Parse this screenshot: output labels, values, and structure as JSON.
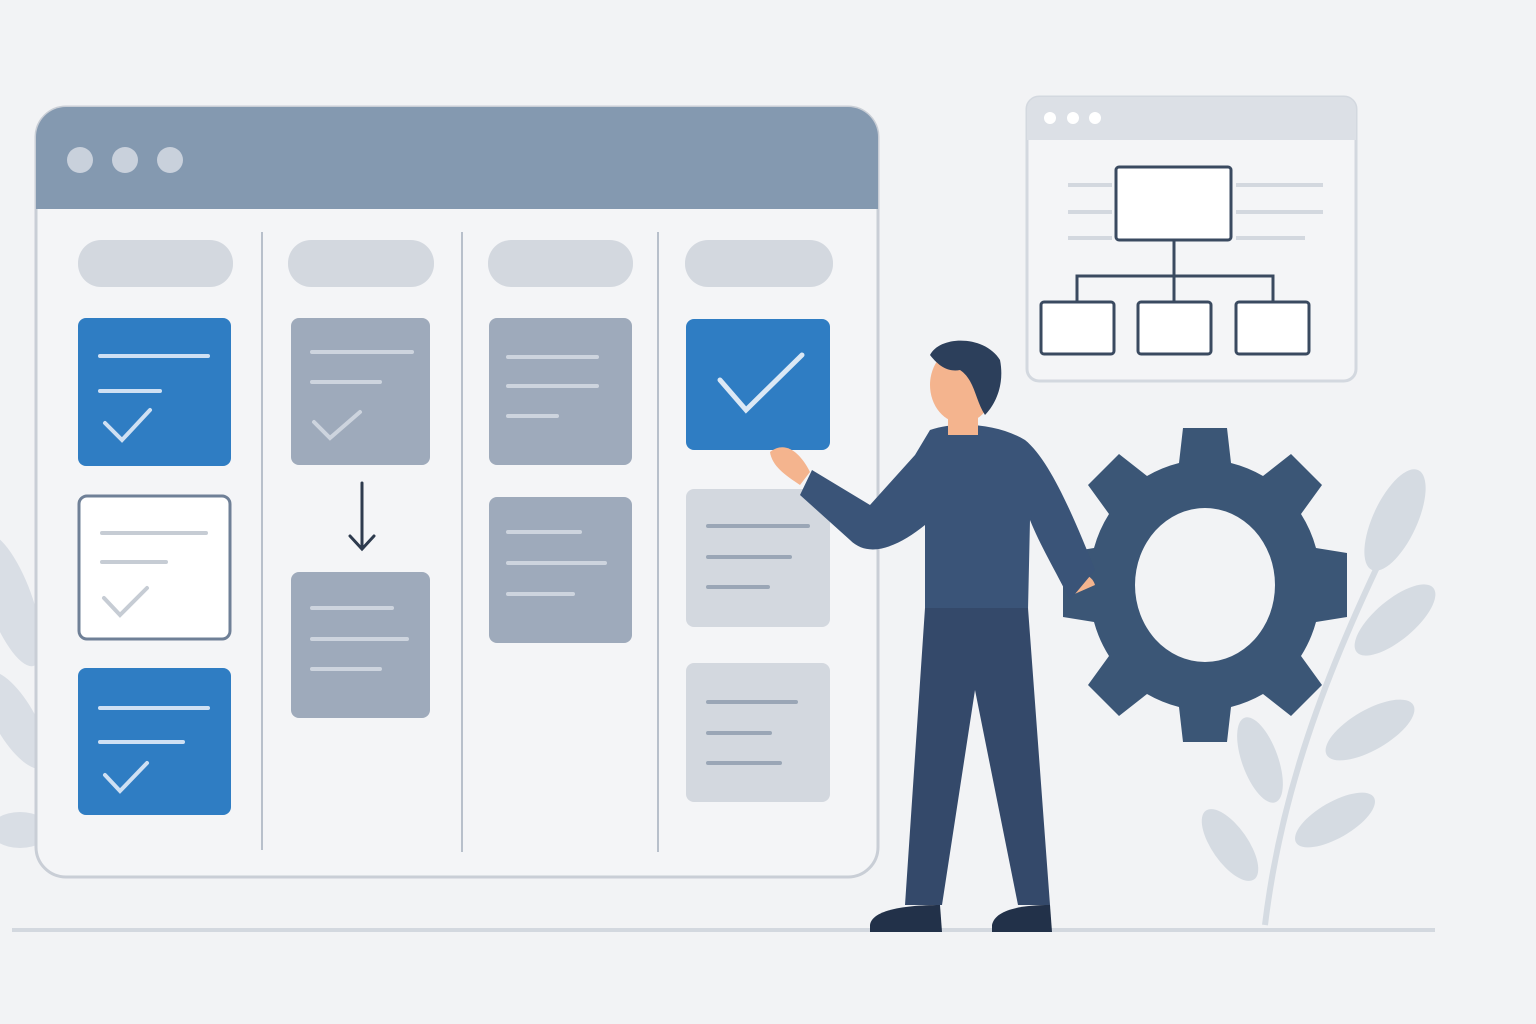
{
  "colors": {
    "background": "#f2f3f5",
    "titlebar": "#8499b0",
    "window_dot": "#c9d1dc",
    "card_done": "#2f7dc3",
    "card_gray": "#9eaabb",
    "card_light": "#d3d8df",
    "figure": "#3a5478",
    "skin": "#f4b48e",
    "plant": "#d5dbe2"
  },
  "board": {
    "columns": [
      {
        "cards": [
          {
            "style": "done",
            "checked": true
          },
          {
            "style": "outlined",
            "checked": true
          },
          {
            "style": "done",
            "checked": true
          }
        ]
      },
      {
        "cards": [
          {
            "style": "gray",
            "checked": true
          },
          {
            "style": "gray",
            "checked": false
          }
        ],
        "has_arrow": true
      },
      {
        "cards": [
          {
            "style": "gray",
            "checked": false
          },
          {
            "style": "gray",
            "checked": false
          }
        ]
      },
      {
        "cards": [
          {
            "style": "done",
            "checked": true
          },
          {
            "style": "light",
            "checked": false
          },
          {
            "style": "light",
            "checked": false
          }
        ]
      }
    ]
  },
  "icons": [
    "check-icon",
    "arrow-down-icon",
    "gear-icon",
    "hierarchy-diagram-icon",
    "window-dots-icon"
  ]
}
